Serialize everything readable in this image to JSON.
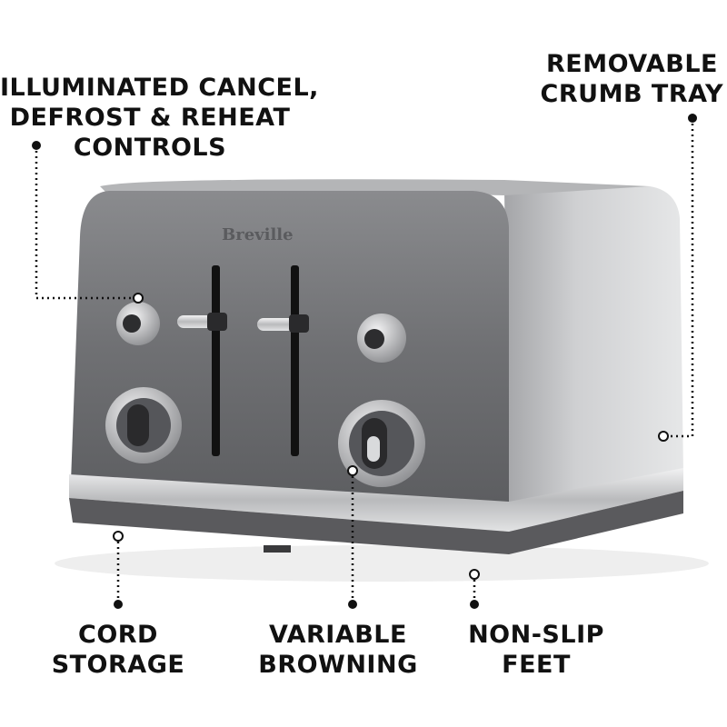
{
  "brand_logo": "Breville",
  "callouts": {
    "controls": {
      "lines": [
        "ILLUMINATED CANCEL,",
        "DEFROST & REHEAT",
        "CONTROLS"
      ]
    },
    "crumb_tray": {
      "lines": [
        "REMOVABLE",
        "CRUMB TRAY"
      ]
    },
    "cord": {
      "lines": [
        "CORD",
        "STORAGE"
      ]
    },
    "browning": {
      "lines": [
        "VARIABLE",
        "BROWNING"
      ]
    },
    "feet": {
      "lines": [
        "NON-SLIP",
        "FEET"
      ]
    }
  },
  "colors": {
    "body": "#6e6f72",
    "chrome": "#d9dadc",
    "text": "#111111",
    "leader": "#111111"
  }
}
